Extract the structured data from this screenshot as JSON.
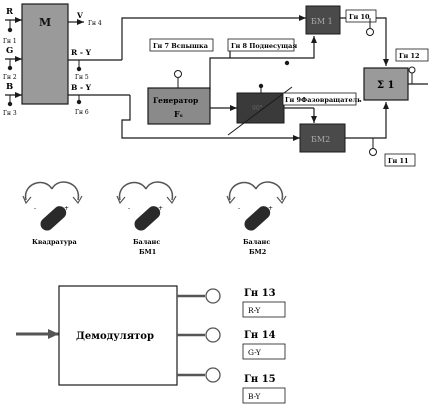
{
  "modulator": {
    "block_label": "M",
    "inputs": [
      "R",
      "G",
      "B"
    ],
    "input_taps": [
      "Гн 1",
      "Гн 2",
      "Гн 3"
    ],
    "outputs": [
      "V",
      "R - Y",
      "B - Y"
    ],
    "output_taps": [
      "Гн 4",
      "Гн 5",
      "Гн 6"
    ]
  },
  "blocks": {
    "generator_line1": "Генератор",
    "generator_line2": "Fₛ",
    "bm1": "БМ 1",
    "bm2": "БМ2",
    "phase_shifter_text": "90°",
    "summer": "Σ 1"
  },
  "taps": {
    "gn7": "Гн 7 Вспышка",
    "gn8": "Гн 8 Поднесущая",
    "gn9": "Гн 9Фазовращатель",
    "gn10": "Гн 10",
    "gn11": "Гн 11",
    "gn12": "Гн 12"
  },
  "knobs": [
    {
      "line1": "Квадратура",
      "line2": "",
      "minus": "-",
      "plus": "+"
    },
    {
      "line1": "Баланс",
      "line2": "БМ1",
      "minus": "-",
      "plus": "+"
    },
    {
      "line1": "Баланс",
      "line2": "БМ2",
      "minus": "-",
      "plus": "+"
    }
  ],
  "demodulator": {
    "label": "Демодулятор",
    "outputs": [
      {
        "tap": "Гн 13",
        "signal": "R-Y"
      },
      {
        "tap": "Гн 14",
        "signal": "G-Y"
      },
      {
        "tap": "Гн 15",
        "signal": "B-Y"
      }
    ]
  },
  "colors": {
    "modulator_block": "#9a9a9a",
    "generator_block": "#8a8a8a",
    "dark_block": "#4a4a4a",
    "line": "#1a1a1a"
  }
}
